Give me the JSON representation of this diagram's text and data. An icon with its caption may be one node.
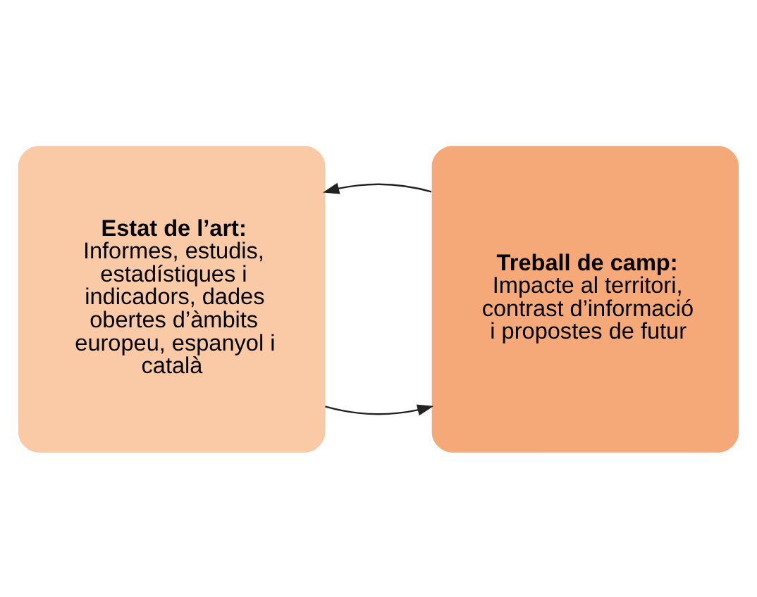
{
  "diagram": {
    "nodes": [
      {
        "text": [
          "Estat de l’art:",
          "Informes, estudis, estadístiques i indicadors, dades obertes d’àmbits europeu, espanyol i català"
        ]
      },
      {
        "text": [
          "Treball de camp:",
          "Impacte al territori, contrast d’informació i propostes de futur"
        ]
      }
    ],
    "edges": [
      {
        "from": 0,
        "to": 1,
        "arrow": "to"
      },
      {
        "from": 1,
        "to": 0,
        "arrow": "to"
      }
    ]
  }
}
